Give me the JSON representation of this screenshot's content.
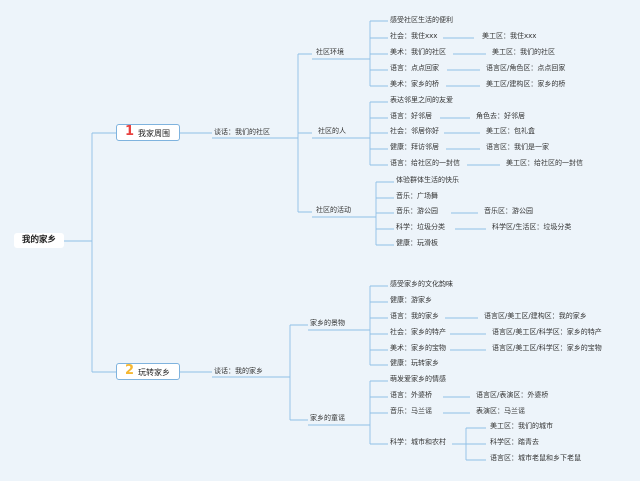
{
  "root": "我的家乡",
  "branches": [
    {
      "num": "1",
      "num_color": "#e8413f",
      "label": "我家周围",
      "talk": "谈话：我们的社区",
      "subs": [
        {
          "title": "社区环境",
          "items": [
            "感受社区生活的便利",
            "社会：我住xxx",
            "美术：我们的社区",
            "语言：点点回家",
            "美术：家乡的桥"
          ],
          "areas": [
            "",
            "美工区：我住xxx",
            "美工区：我们的社区",
            "语言区/角色区：点点回家",
            "美工区/建构区：家乡的桥"
          ]
        },
        {
          "title": "社区的人",
          "items": [
            "表达邻里之间的友爱",
            "语言：好邻居",
            "社会：邻居你好",
            "健康：拜访邻居",
            "语言：给社区的一封信"
          ],
          "areas": [
            "",
            "角色去：好邻居",
            "美工区：包礼盒",
            "语言区：我们是一家",
            "美工区：给社区的一封信"
          ]
        },
        {
          "title": "社区的活动",
          "items": [
            "体验群体生活的快乐",
            "音乐：广场舞",
            "音乐：游公园",
            "科学：垃圾分类",
            "健康：玩滑板"
          ],
          "areas": [
            "",
            "",
            "音乐区：游公园",
            "科学区/生活区：垃圾分类",
            ""
          ]
        }
      ]
    },
    {
      "num": "2",
      "num_color": "#f5b731",
      "label": "玩转家乡",
      "talk": "谈话：我的家乡",
      "subs": [
        {
          "title": "家乡的景物",
          "items": [
            "感受家乡的文化韵味",
            "健康：游家乡",
            "语言：我的家乡",
            "社会：家乡的特产",
            "美术：家乡的宝物",
            "健康：玩转家乡"
          ],
          "areas": [
            "",
            "",
            "语言区/美工区/建构区：我的家乡",
            "语言区/美工区/科学区：家乡的特产",
            "语言区/美工区/科学区：家乡的宝物",
            ""
          ]
        },
        {
          "title": "家乡的童谣",
          "items": [
            "萌发爱家乡的情感",
            "语言：外婆桥",
            "音乐：马兰谣",
            "科学：城市和农村"
          ],
          "areas": [
            "",
            "语言区/表演区：外婆桥",
            "表演区：马兰谣"
          ],
          "extra": [
            "美工区：我们的城市",
            "科学区：踏青去",
            "语言区：城市老鼠和乡下老鼠"
          ]
        }
      ]
    }
  ]
}
